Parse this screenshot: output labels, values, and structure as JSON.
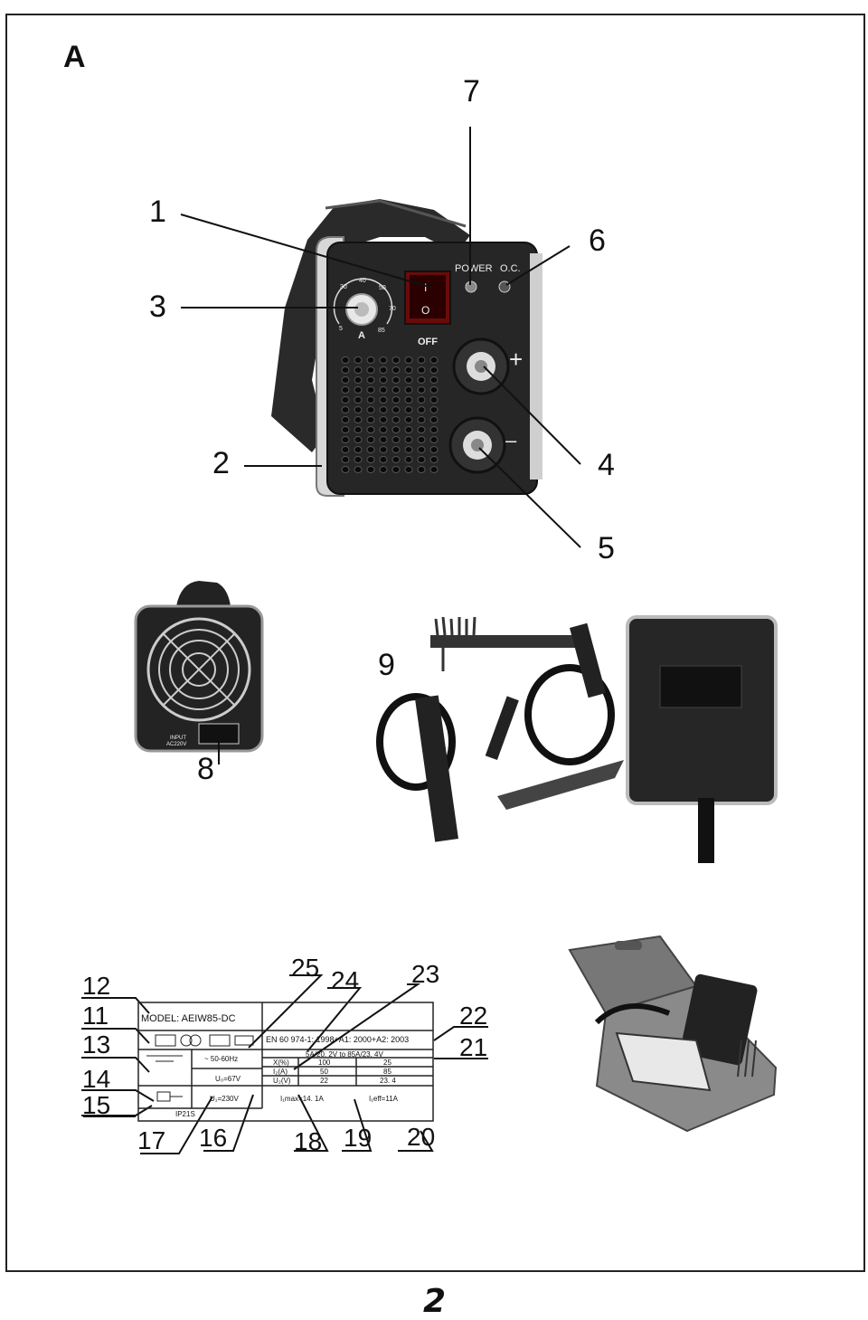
{
  "page": {
    "section_label": "A",
    "page_number": "2"
  },
  "front_panel": {
    "power_label": "POWER",
    "oc_label": "O.C.",
    "off_label": "OFF",
    "dial_unit": "A",
    "dial_scale": [
      "5",
      "30",
      "40",
      "50",
      "70",
      "85"
    ],
    "switch_on": "I",
    "switch_off": "O",
    "plus_sign": "+",
    "minus_sign": "–"
  },
  "rear_panel": {
    "input_label_1": "INPUT",
    "input_label_2": "AC220V"
  },
  "callouts": [
    "1",
    "2",
    "3",
    "4",
    "5",
    "6",
    "7",
    "8",
    "9",
    "11",
    "12",
    "13",
    "14",
    "15",
    "16",
    "17",
    "18",
    "19",
    "20",
    "21",
    "22",
    "23",
    "24",
    "25"
  ],
  "rating_plate": {
    "model": "MODEL: AEIW85-DC",
    "standard": "EN 60 974-1: 1998+A1: 2000+A2: 2003",
    "range": "5A/20. 2V to 85A/23. 4V",
    "freq": "~ 50-60Hz",
    "u0": "U₀=67V",
    "u1": "U₁=230V",
    "x_label": "X(%)",
    "i2_label": "I₂(A)",
    "u2_label": "U₂(V)",
    "x_vals": [
      "100",
      "25"
    ],
    "i2_vals": [
      "50",
      "85"
    ],
    "u2_vals": [
      "22",
      "23. 4"
    ],
    "i1max": "I₁max=14. 1A",
    "i1eff": "I₁eff=11A",
    "ip": "IP21S"
  }
}
